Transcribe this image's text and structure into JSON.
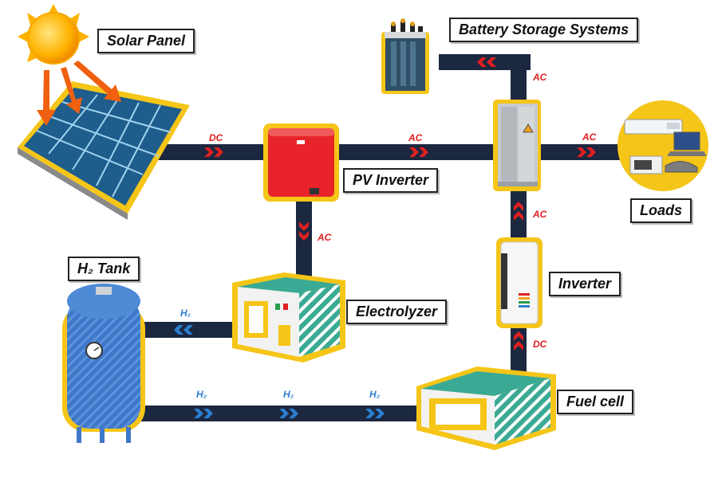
{
  "labels": {
    "solar_panel": "Solar Panel",
    "battery": "Battery Storage Systems",
    "pv_inverter": "PV Inverter",
    "loads": "Loads",
    "inverter": "Inverter",
    "h2_tank": "H₂ Tank",
    "electrolyzer": "Electrolyzer",
    "fuel_cell": "Fuel cell"
  },
  "flows": {
    "dc_solar": "DC",
    "ac_pv_to_cabinet": "AC",
    "ac_to_battery": "AC",
    "ac_to_loads": "AC",
    "ac_pv_to_electrolyzer": "AC",
    "ac_inverter_to_cabinet": "AC",
    "dc_fuelcell_to_inverter": "DC",
    "h2_electrolyzer_to_tank": "H₂",
    "h2_tank_to_fuelcell_1": "H₂",
    "h2_tank_to_fuelcell_2": "H₂",
    "h2_tank_to_fuelcell_3": "H₂"
  },
  "colors": {
    "line": "#1c2740",
    "electric_arrow": "#e02020",
    "hydrogen_arrow": "#2a7fd0",
    "component_outline": "#f5c518"
  },
  "icons": [
    "sun-icon",
    "solar-panel-icon",
    "battery-icon",
    "pv-inverter-icon",
    "switch-cabinet-icon",
    "loads-icon",
    "inverter-icon",
    "hydrogen-tank-icon",
    "electrolyzer-icon",
    "fuel-cell-icon"
  ]
}
